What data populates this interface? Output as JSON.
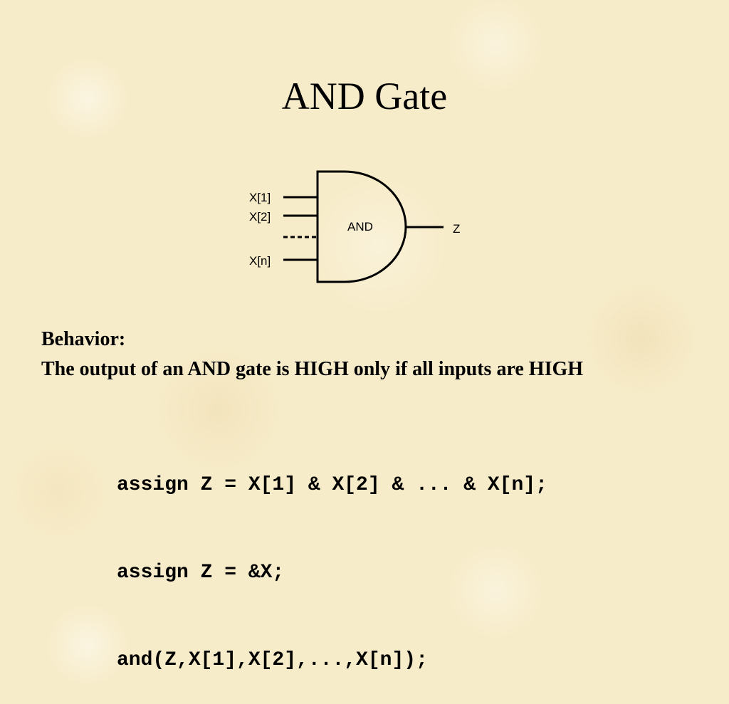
{
  "title": "AND Gate",
  "diagram": {
    "gate_label": "AND",
    "inputs": [
      "X[1]",
      "X[2]",
      "X[n]"
    ],
    "output": "Z"
  },
  "behavior": {
    "heading": "Behavior:",
    "description": "The output of an AND gate is HIGH only if all inputs are HIGH"
  },
  "code": [
    "assign Z = X[1] & X[2] & ... & X[n];",
    "assign Z = &X;",
    "and(Z,X[1],X[2],...,X[n]);"
  ]
}
